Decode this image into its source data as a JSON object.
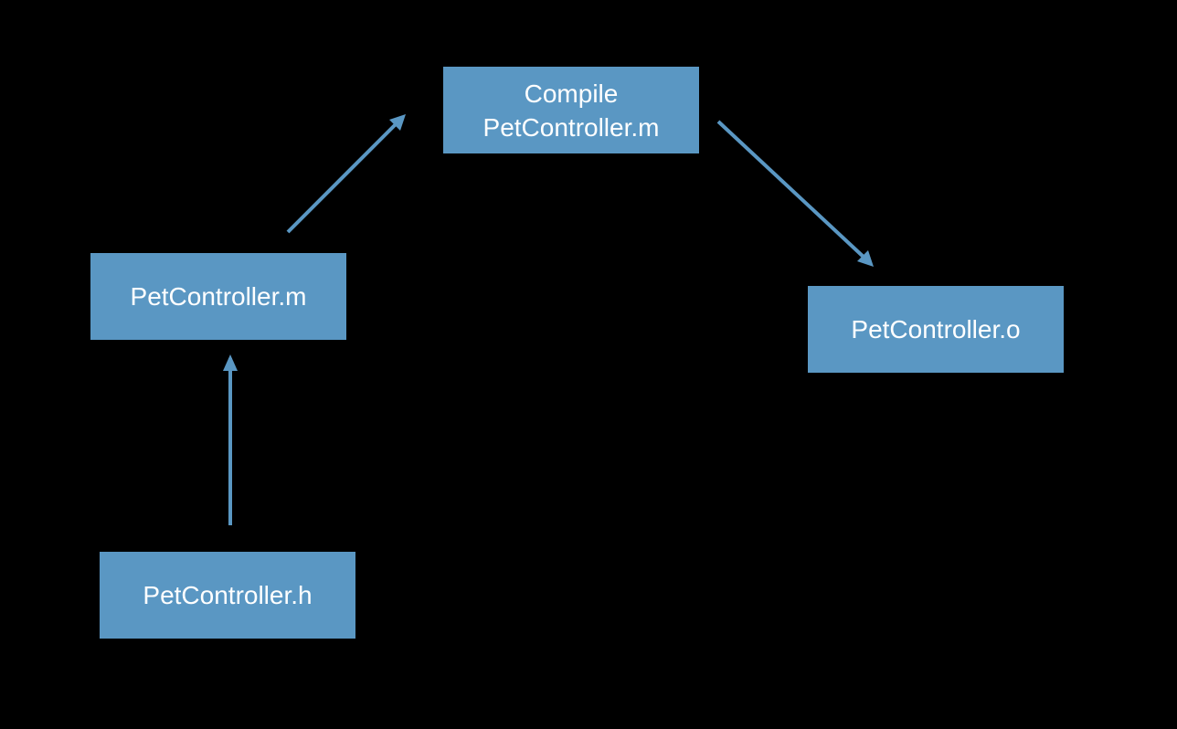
{
  "colors": {
    "background": "#000000",
    "node_fill": "#5a97c3",
    "node_text": "#ffffff",
    "arrow": "#5a97c3"
  },
  "nodes": {
    "compile": {
      "line1": "Compile",
      "line2": "PetController.m"
    },
    "source_m": {
      "label": "PetController.m"
    },
    "object_o": {
      "label": "PetController.o"
    },
    "header_h": {
      "label": "PetController.h"
    }
  },
  "edges": [
    {
      "from": "PetController.h",
      "to": "PetController.m"
    },
    {
      "from": "PetController.m",
      "to": "Compile PetController.m"
    },
    {
      "from": "Compile PetController.m",
      "to": "PetController.o"
    }
  ]
}
